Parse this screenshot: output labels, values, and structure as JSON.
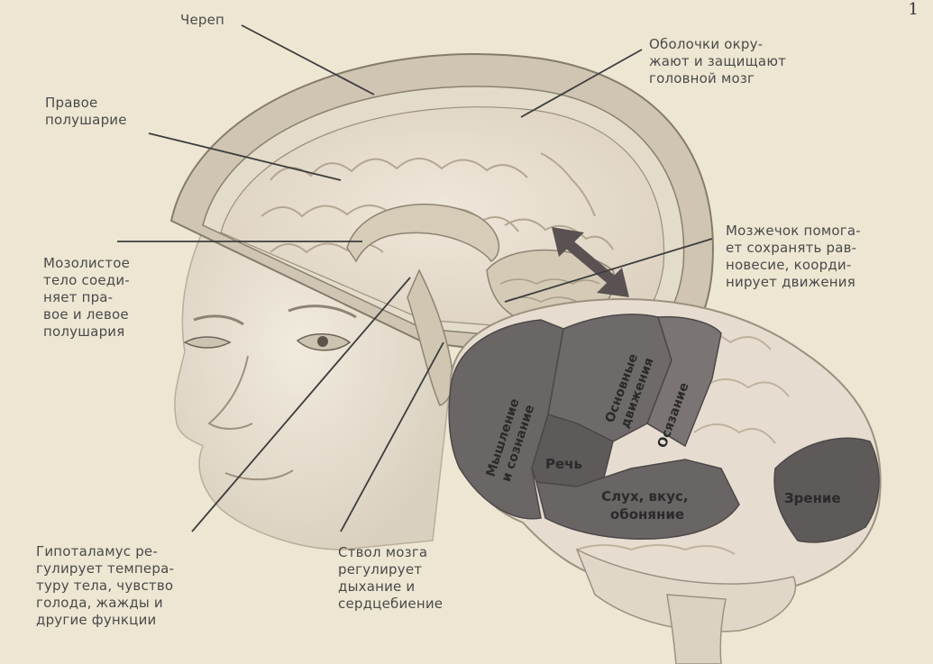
{
  "page_number": "1",
  "colors": {
    "background": "#ede6d2",
    "lobe_dark": "#6b6666",
    "lobe_light": "#e6ddd0",
    "arrow": "#5a5252"
  },
  "callouts": {
    "skull": "Череп",
    "meninges": "Оболочки окру-\nжают и защищают\nголовной мозг",
    "right_hemisphere": "Правое\nполушарие",
    "corpus_callosum": "Мозолистое\nтело соеди-\nняет пра-\nвое и левое\nполушария",
    "cerebellum": "Мозжечок помога-\nет сохранять рав-\nновесие, коорди-\nнирует движения",
    "hypothalamus": "Гипоталамус ре-\nгулирует темпера-\nтуру тела, чувство\nголода, жажды и\nдругие функции",
    "brainstem": "Ствол мозга\nрегулирует\nдыхание и\nсердцебиение"
  },
  "regions": {
    "thinking": [
      "Мышление",
      "и сознание"
    ],
    "speech": "Речь",
    "basic_movements": [
      "Основные",
      "движения"
    ],
    "touch": "Осязание",
    "hearing": [
      "Слух, вкус,",
      "обоняние"
    ],
    "vision": "Зрение"
  }
}
